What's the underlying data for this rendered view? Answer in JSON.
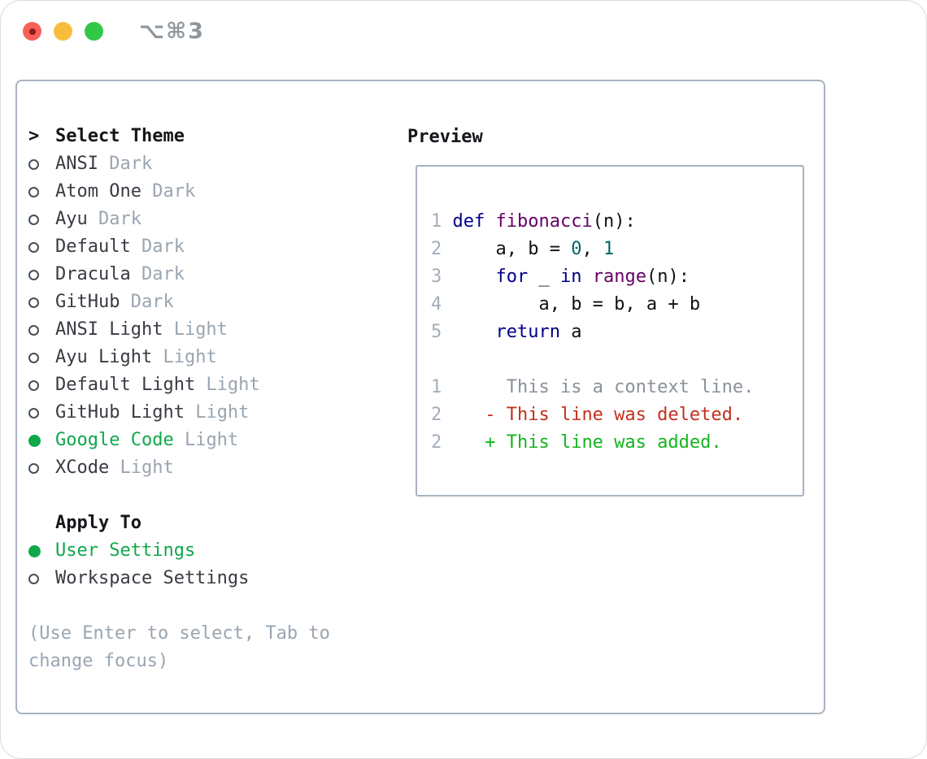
{
  "window": {
    "title": "⌥⌘3",
    "traffic_lights": [
      {
        "name": "close",
        "has_dot": true
      },
      {
        "name": "minimize",
        "has_dot": false
      },
      {
        "name": "zoom",
        "has_dot": false
      }
    ]
  },
  "theme_list": {
    "header": "Select Theme",
    "header_marker": ">",
    "items": [
      {
        "name": "ANSI",
        "variant": "Dark",
        "selected": false
      },
      {
        "name": "Atom One",
        "variant": "Dark",
        "selected": false
      },
      {
        "name": "Ayu",
        "variant": "Dark",
        "selected": false
      },
      {
        "name": "Default",
        "variant": "Dark",
        "selected": false
      },
      {
        "name": "Dracula",
        "variant": "Dark",
        "selected": false
      },
      {
        "name": "GitHub",
        "variant": "Dark",
        "selected": false
      },
      {
        "name": "ANSI Light",
        "variant": "Light",
        "selected": false
      },
      {
        "name": "Ayu Light",
        "variant": "Light",
        "selected": false
      },
      {
        "name": "Default Light",
        "variant": "Light",
        "selected": false
      },
      {
        "name": "GitHub Light",
        "variant": "Light",
        "selected": false
      },
      {
        "name": "Google Code",
        "variant": "Light",
        "selected": true
      },
      {
        "name": "XCode",
        "variant": "Light",
        "selected": false
      }
    ]
  },
  "apply_to": {
    "header": "Apply To",
    "options": [
      {
        "label": "User Settings",
        "selected": true
      },
      {
        "label": "Workspace Settings",
        "selected": false
      }
    ]
  },
  "help_lines": [
    "(Use Enter to select, Tab to",
    "change focus)"
  ],
  "preview": {
    "header": "Preview",
    "lines": [
      [],
      [
        [
          "num",
          "1 "
        ],
        [
          "kw",
          "def"
        ],
        [
          "pln",
          " "
        ],
        [
          "fn",
          "fibonacci"
        ],
        [
          "pln",
          "(n):"
        ]
      ],
      [
        [
          "num",
          "2"
        ],
        [
          "pln",
          "     a, b = "
        ],
        [
          "lit",
          "0"
        ],
        [
          "pln",
          ", "
        ],
        [
          "lit",
          "1"
        ]
      ],
      [
        [
          "num",
          "3"
        ],
        [
          "pln",
          "     "
        ],
        [
          "kw",
          "for"
        ],
        [
          "pln",
          " _ "
        ],
        [
          "kw",
          "in"
        ],
        [
          "pln",
          " "
        ],
        [
          "fn",
          "range"
        ],
        [
          "pln",
          "(n):"
        ]
      ],
      [
        [
          "num",
          "4"
        ],
        [
          "pln",
          "         a, b = b, a + b"
        ]
      ],
      [
        [
          "num",
          "5"
        ],
        [
          "pln",
          "     "
        ],
        [
          "kw",
          "return"
        ],
        [
          "pln",
          " a"
        ]
      ],
      [],
      [
        [
          "num",
          "1"
        ],
        [
          "ctx",
          "      This is a context line."
        ]
      ],
      [
        [
          "num",
          "2"
        ],
        [
          "pln",
          "    "
        ],
        [
          "del",
          "- This line was deleted."
        ]
      ],
      [
        [
          "num",
          "2"
        ],
        [
          "pln",
          "    "
        ],
        [
          "add",
          "+ This line was added."
        ]
      ]
    ]
  },
  "colors": {
    "accent_green": "#0fa84a",
    "added_green": "#16b41e",
    "deleted_red": "#c52f1e",
    "context_gray": "#8a9199",
    "line_number_gray": "#a3aeb9",
    "muted_gray": "#9aa5b1",
    "text_dark": "#383b42",
    "header_black": "#14161a",
    "border_gray": "#a9b3c0",
    "kw_navy": "#000088",
    "fn_purple": "#660066",
    "lit_teal": "#006666",
    "code_black": "#111111",
    "titlebar_gray": "#8f969c",
    "light_red": "#f8605a",
    "light_red_dot": "#8c1d18",
    "light_yellow": "#f9bd3e",
    "light_green": "#33c748"
  }
}
